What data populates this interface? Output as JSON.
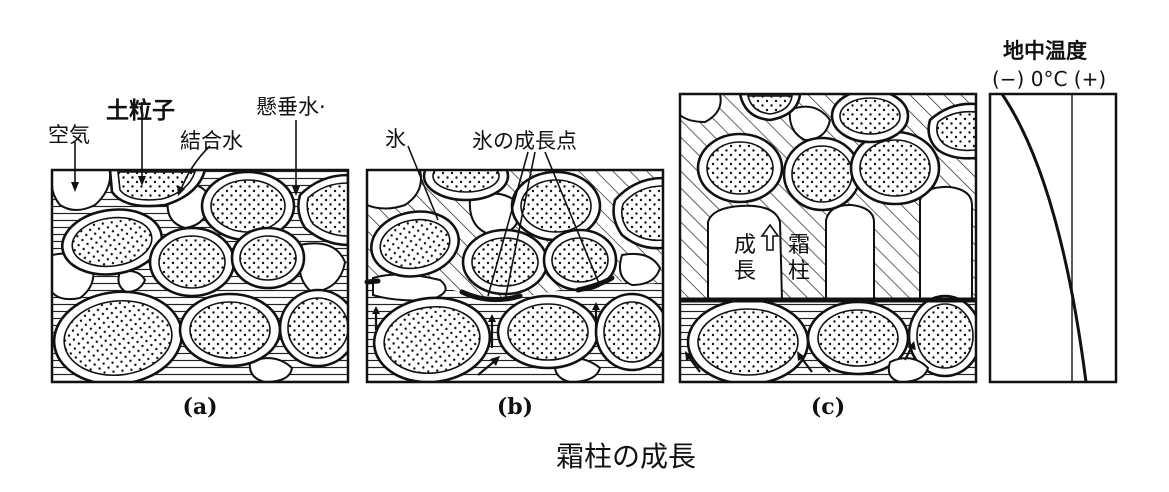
{
  "title": "霜柱の成長",
  "panels": {
    "a": {
      "caption": "(a)"
    },
    "b": {
      "caption": "(b)"
    },
    "c": {
      "caption": "(c)"
    }
  },
  "labels": {
    "air": "空気",
    "soil_particle": "土粒子",
    "bound_water": "結合水",
    "suspended_water": "懸垂水·",
    "ice": "氷",
    "ice_growth_point": "氷の成長点",
    "growth_1": "成",
    "growth_2": "長",
    "frost_pillar_1": "霜",
    "frost_pillar_2": "柱"
  },
  "temperature_profile": {
    "title": "地中温度",
    "scale": "(−) 0°C (+)"
  }
}
